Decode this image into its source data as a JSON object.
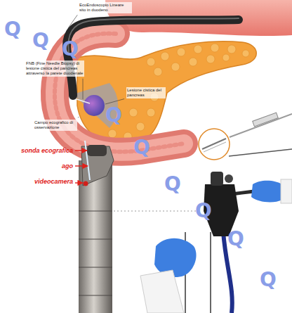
{
  "diagram": {
    "labels": [
      "EcoEndoscopio Lineare sito in duodeno",
      "FNB (Fine Needle Biopsy) di lesione cistica del pancreas attraverso la parete duodenale",
      "Lesione cistica del pancreas",
      "Campo ecografico di osservazione",
      "sonda ecografica",
      "ago",
      "videocamera",
      "Q",
      "Q",
      "Q",
      "Q",
      "Q",
      "Q",
      "Q",
      "Q",
      "Q"
    ]
  }
}
